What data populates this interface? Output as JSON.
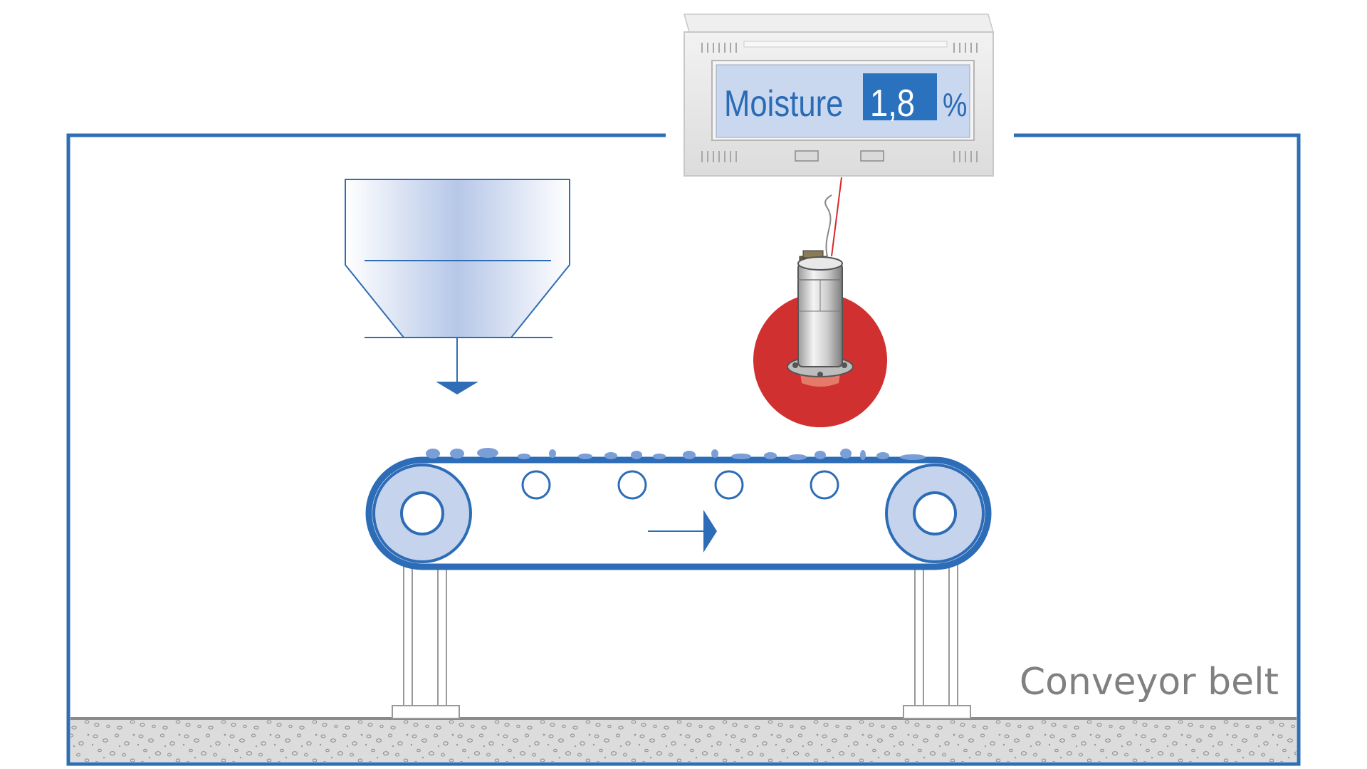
{
  "display": {
    "label": "Moisture",
    "value": "1,8",
    "unit": "%"
  },
  "caption": "Conveyor belt",
  "colors": {
    "frame_blue": "#2f6db5",
    "belt_blue": "#2d6cb6",
    "pulley_fill": "#c5d3ec",
    "display_screen": "#c9d8ef",
    "display_highlight": "#2a72bd",
    "housing_gray": "#e6e6e6",
    "sensor_red_disc": "#d13030",
    "material_blue": "#7a9ed8",
    "caption_gray": "#808080",
    "floor_gray": "#d9d9d9"
  },
  "icons": {
    "sensor": "moisture-sensor-icon",
    "flow_down": "arrow-down-icon",
    "flow_right": "arrow-right-icon"
  }
}
